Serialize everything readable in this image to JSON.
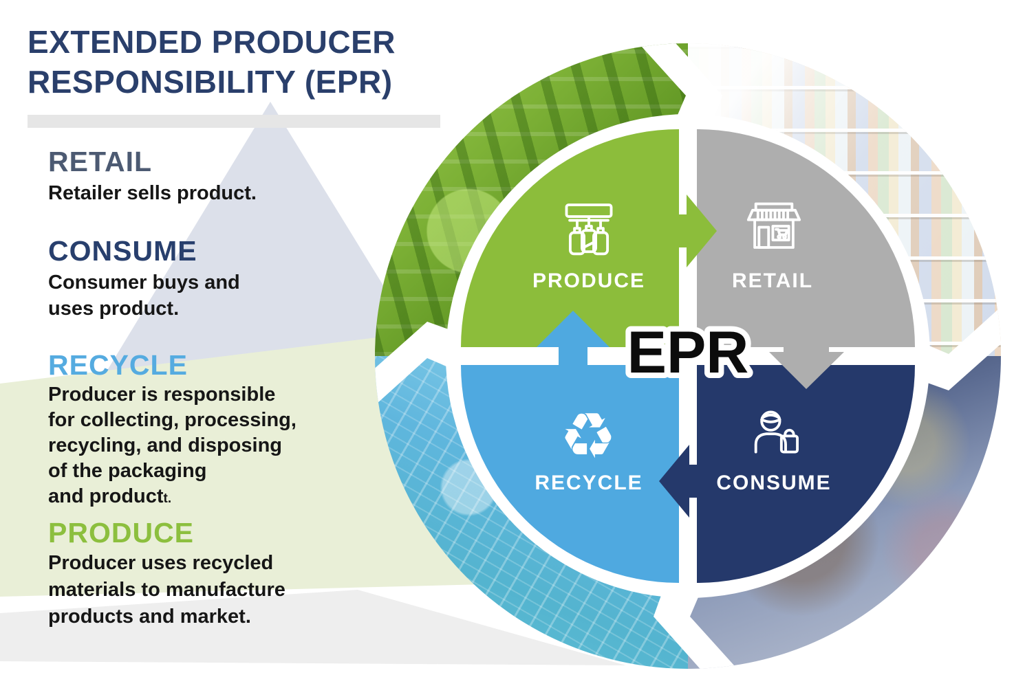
{
  "title": {
    "line1": "EXTENDED PRODUCER",
    "line2": "RESPONSIBILITY (EPR)",
    "color": "#2a3f6b"
  },
  "sections": [
    {
      "id": "retail",
      "heading": "RETAIL",
      "color": "#4c5a72",
      "lines": [
        "Retailer sells product."
      ]
    },
    {
      "id": "consume",
      "heading": "CONSUME",
      "color": "#283f6d",
      "lines": [
        "Consumer buys and",
        "uses product."
      ]
    },
    {
      "id": "recycle",
      "heading": "RECYCLE",
      "color": "#55abe0",
      "lines": [
        "Producer is responsible",
        "for collecting, processing,",
        "recycling, and disposing",
        "of the packaging",
        "and product"
      ],
      "suffix_small": "t."
    },
    {
      "id": "produce",
      "heading": "PRODUCE",
      "color": "#8cbf3e",
      "lines": [
        "Producer uses recycled",
        "materials to manufacture",
        "products and market."
      ]
    }
  ],
  "diagram": {
    "center_label": "EPR",
    "quadrants": [
      {
        "id": "produce",
        "label": "PRODUCE",
        "color": "#8cbd3b",
        "icon": "bottling-machine-icon"
      },
      {
        "id": "retail",
        "label": "RETAIL",
        "color": "#aeaeae",
        "icon": "storefront-icon"
      },
      {
        "id": "consume",
        "label": "CONSUME",
        "color": "#25396b",
        "icon": "shopper-with-bag-icon"
      },
      {
        "id": "recycle",
        "label": "RECYCLE",
        "color": "#4fa9e0",
        "icon": "recycle-arrows-icon"
      }
    ],
    "recycle_glyph": "♻",
    "ring_photos": [
      {
        "position": "top-left",
        "depicts": "green-tinted-bottling-factory-photo"
      },
      {
        "position": "top-right",
        "depicts": "supermarket-shelves-photo"
      },
      {
        "position": "bottom-right",
        "depicts": "blue-tinted-shopper-photo"
      },
      {
        "position": "bottom-left",
        "depicts": "blue-tinted-recycled-plastic-photo"
      }
    ]
  }
}
